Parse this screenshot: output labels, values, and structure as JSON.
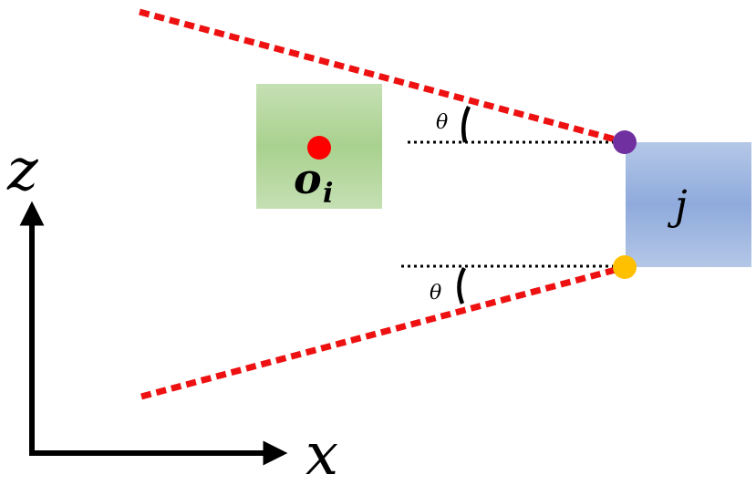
{
  "labels": {
    "z_axis": "z",
    "x_axis": "x",
    "object_i": "o",
    "object_i_subscript": "i",
    "object_j": "j",
    "angle_upper": "θ",
    "angle_lower": "θ"
  },
  "colors": {
    "ray": "#ee1111",
    "object_i_fill": "#a9d18e",
    "object_j_fill": "#8faadc",
    "center_point": "#ff0000",
    "upper_corner_point": "#7030a0",
    "lower_corner_point": "#ffc000",
    "axis": "#000000"
  }
}
